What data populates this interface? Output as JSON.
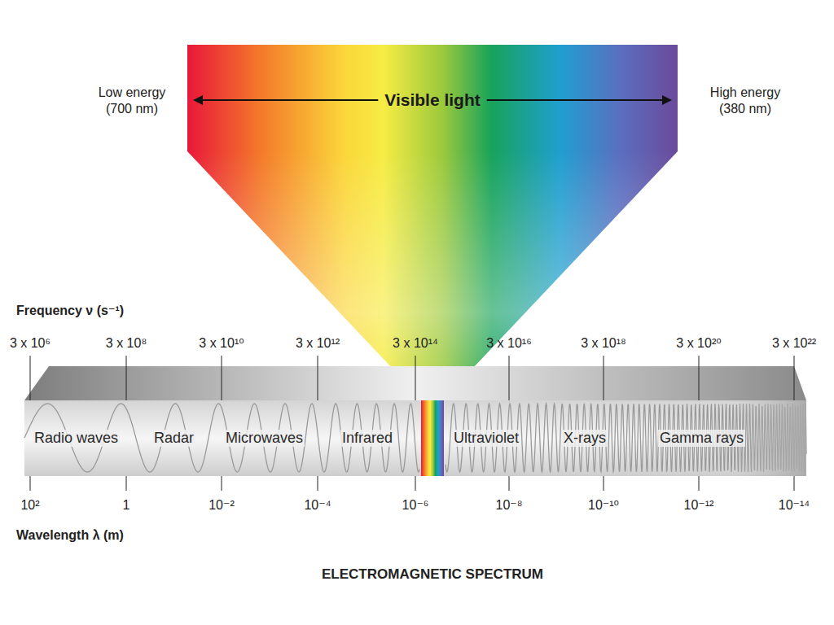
{
  "diagram": {
    "caption": "ELECTROMAGNETIC SPECTRUM",
    "nodes": [
      {
        "text": [
          "Visible light"
        ]
      },
      {
        "text": [
          "Radio waves",
          "Radar",
          "Microwaves",
          "Infrared",
          "Ultraviolet",
          "X-rays",
          "Gamma rays"
        ]
      }
    ],
    "labels": [
      "Low energy (700 nm)",
      "High energy (380 nm)",
      "Frequency ν (s⁻¹)",
      "3 x 10⁶",
      "3 x 10⁸",
      "3 x 10¹⁰",
      "3 x 10¹²",
      "3 x 10¹⁴",
      "3 x 10¹⁶",
      "3 x 10¹⁸",
      "3 x 10²⁰",
      "3 x 10²²",
      "10²",
      "1",
      "10⁻²",
      "10⁻⁴",
      "10⁻⁶",
      "10⁻⁸",
      "10⁻¹⁰",
      "10⁻¹²",
      "10⁻¹⁴",
      "Wavelength λ (m)"
    ]
  }
}
